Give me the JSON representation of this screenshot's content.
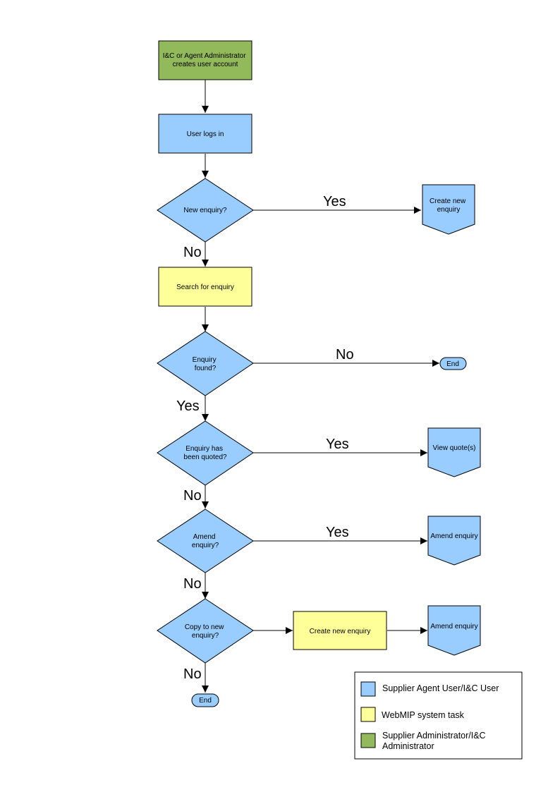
{
  "colors": {
    "user": "#99ccff",
    "system": "#ffff99",
    "admin": "#92b95a",
    "stroke": "#000000"
  },
  "nodes": {
    "create_account": {
      "lines": [
        "I&C or Agent Administrator",
        "creates user account"
      ]
    },
    "user_logs_in": {
      "lines": [
        "User logs in"
      ]
    },
    "new_enquiry_q": {
      "lines": [
        "New enquiry?"
      ]
    },
    "create_new_enquiry_1": {
      "lines": [
        "Create new",
        "enquiry"
      ]
    },
    "search_enquiry": {
      "lines": [
        "Search for enquiry"
      ]
    },
    "enquiry_found_q": {
      "lines": [
        "Enquiry",
        "found?"
      ]
    },
    "end_1": {
      "lines": [
        "End"
      ]
    },
    "quoted_q": {
      "lines": [
        "Enquiry has",
        "been quoted?"
      ]
    },
    "view_quotes": {
      "lines": [
        "View quote(s)"
      ]
    },
    "amend_q": {
      "lines": [
        "Amend",
        "enquiry?"
      ]
    },
    "amend_enquiry_1": {
      "lines": [
        "Amend enquiry"
      ]
    },
    "copy_q": {
      "lines": [
        "Copy to new",
        "enquiry?"
      ]
    },
    "create_new_enquiry_2": {
      "lines": [
        "Create new enquiry"
      ]
    },
    "amend_enquiry_2": {
      "lines": [
        "Amend enquiry"
      ]
    },
    "end_2": {
      "lines": [
        "End"
      ]
    }
  },
  "edge_labels": {
    "new_yes": "Yes",
    "new_no": "No",
    "found_no": "No",
    "found_yes": "Yes",
    "quoted_yes": "Yes",
    "quoted_no": "No",
    "amend_yes": "Yes",
    "amend_no": "No",
    "copy_no": "No"
  },
  "legend": {
    "items": [
      {
        "lines": [
          "Supplier Agent User/I&C User"
        ]
      },
      {
        "lines": [
          "WebMIP system task"
        ]
      },
      {
        "lines": [
          "Supplier Administrator/I&C",
          "Administrator"
        ]
      }
    ]
  }
}
